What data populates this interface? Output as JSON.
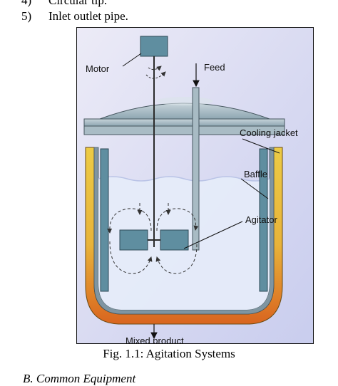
{
  "list": {
    "items": [
      {
        "number": "4)",
        "text": "Circular tip."
      },
      {
        "number": "5)",
        "text": "Inlet outlet pipe."
      }
    ]
  },
  "diagram": {
    "labels": {
      "motor": "Motor",
      "feed": "Feed",
      "cooling_jacket": "Cooling jacket",
      "baffle": "Baffle",
      "agitator": "Agitator",
      "mixed_product": "Mixed product"
    },
    "colors": {
      "background": "#d9dcf3",
      "vessel_steel": "#9fb4bf",
      "baffle_blue": "#5f8ea0",
      "jacket_yellow": "#e8c23a",
      "bottom_orange": "#d9651f",
      "liquid": "#e6ecfa"
    }
  },
  "caption": "Fig. 1.1: Agitation Systems",
  "next_heading": "B.   Common Equipment"
}
